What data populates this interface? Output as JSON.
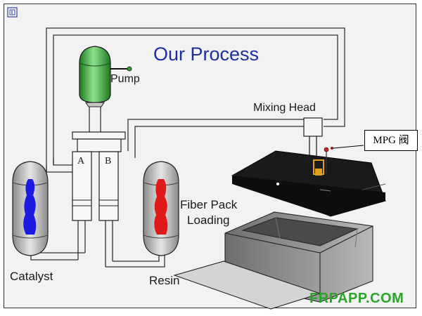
{
  "title": "Our Process",
  "labels": {
    "pump": "Pump",
    "mixing_head": "Mixing Head",
    "catalyst": "Catalyst",
    "resin": "Resin",
    "fiber_pack_line1": "Fiber Pack",
    "fiber_pack_line2": "Loading",
    "cylinder_a": "A",
    "cylinder_b": "B",
    "mpg_callout": "MPG 阀"
  },
  "watermark": "FRPAPP.COM",
  "colors": {
    "title": "#1f2e9e",
    "pump_body": "#3db83d",
    "catalyst_fluid": "#1a1ae0",
    "resin_fluid": "#e01a1a",
    "watermark": "#2aa52a",
    "valve_dot": "#cc2222",
    "mold_top": "#111111"
  }
}
